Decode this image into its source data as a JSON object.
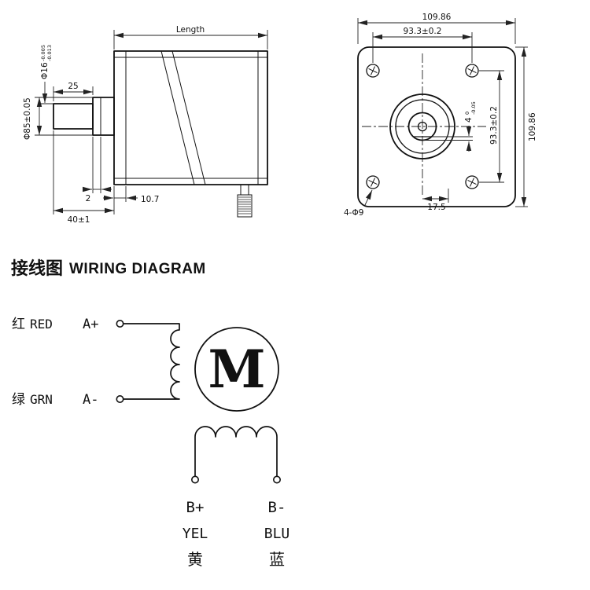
{
  "side_view": {
    "length_label": "Length",
    "shaft_length": "25",
    "shaft_diameter": "Φ16",
    "shaft_tol_upper": "-0.005",
    "shaft_tol_lower": "-0.013",
    "flange_diameter": "Φ85±0.05",
    "step_width": "2",
    "face_offset": "10.7",
    "front_length": "40±1"
  },
  "front_view": {
    "overall_width": "109.86",
    "hole_spacing_horizontal": "93.3±0.2",
    "hole_spacing_vertical": "93.3±0.2",
    "overall_height": "109.86",
    "mounting_holes": "4-Φ9",
    "shaft_offset": "17.5",
    "flat_depth": "4",
    "flat_tol_upper": "0",
    "flat_tol_lower": "-0.05"
  },
  "wiring": {
    "title_cn": "接线图",
    "title_en": "WIRING DIAGRAM",
    "phase_a_plus": {
      "cn": "红",
      "en": "RED",
      "terminal": "A+"
    },
    "phase_a_minus": {
      "cn": "绿",
      "en": "GRN",
      "terminal": "A-"
    },
    "motor_label": "M",
    "phase_b_plus": {
      "terminal": "B+",
      "en": "YEL",
      "cn": "黄"
    },
    "phase_b_minus": {
      "terminal": "B-",
      "en": "BLU",
      "cn": "蓝"
    }
  }
}
